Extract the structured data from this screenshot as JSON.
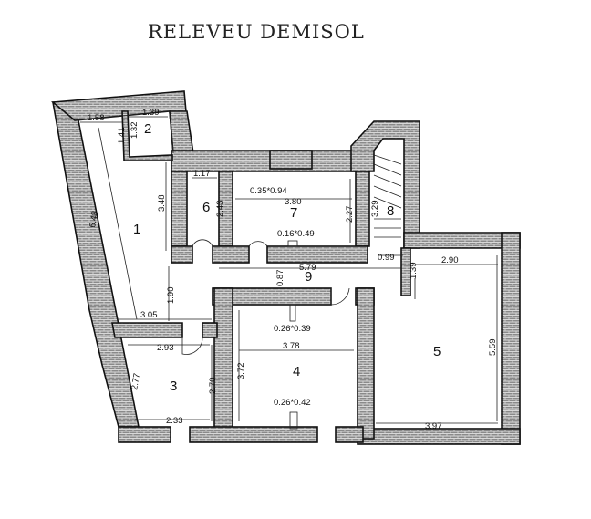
{
  "title": "RELEVEU DEMISOL",
  "rooms": [
    {
      "id": "1",
      "label": "1"
    },
    {
      "id": "2",
      "label": "2"
    },
    {
      "id": "3",
      "label": "3"
    },
    {
      "id": "4",
      "label": "4"
    },
    {
      "id": "5",
      "label": "5"
    },
    {
      "id": "6",
      "label": "6"
    },
    {
      "id": "7",
      "label": "7"
    },
    {
      "id": "8",
      "label": "8"
    },
    {
      "id": "9",
      "label": "9"
    }
  ],
  "dimensions": {
    "d158": "1.58",
    "d139": "1.39",
    "d132": "1.32",
    "d141": "1.41",
    "d648": "6.48",
    "d348": "3.48",
    "d117": "1.17",
    "d243": "2.43",
    "d380": "3.80",
    "d227": "2.27",
    "d329": "3.29",
    "d099": "0.99",
    "d290": "2.90",
    "d579": "5.79",
    "d087": "0.87",
    "d139b": "1.39",
    "d190": "1.90",
    "d305": "3.05",
    "d293": "2.93",
    "d277": "2.77",
    "d270": "2.70",
    "d233": "2.33",
    "d372": "3.72",
    "d378": "3.78",
    "d559": "5.59",
    "d397": "3.97"
  },
  "openings": {
    "o7a": "0.35*0.94",
    "o7b": "0.16*0.49",
    "o4a": "0.26*0.39",
    "o4b": "0.26*0.42"
  }
}
